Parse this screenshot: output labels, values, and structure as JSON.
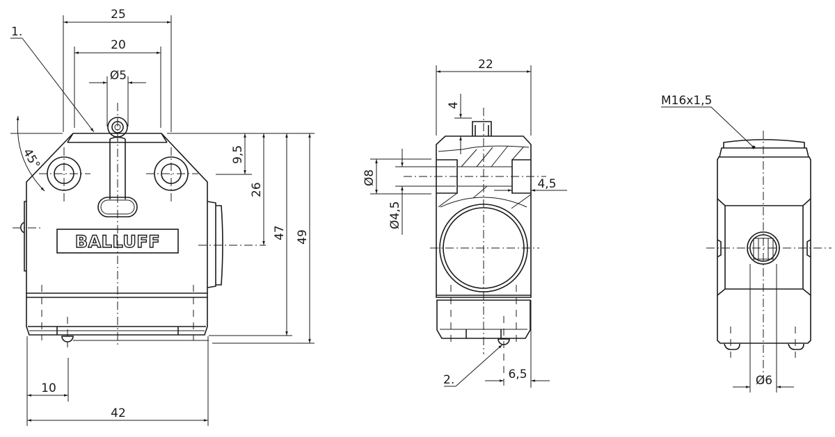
{
  "drawing": {
    "type": "technical-dimension-drawing",
    "brand_label": "BALLUFF",
    "line_color": "#1a1a1a",
    "background": "#ffffff"
  },
  "views": {
    "front": {
      "dimensions": {
        "width_top_outer": "25",
        "width_top_inner": "20",
        "roller_diameter": "Ø5",
        "angle": "45°",
        "height_9_5": "9,5",
        "height_26": "26",
        "height_47": "47",
        "height_49": "49",
        "offset_10": "10",
        "width_42": "42"
      },
      "callout": "1."
    },
    "side": {
      "dimensions": {
        "width_22": "22",
        "plunger_4": "4",
        "bore_diameter_8": "Ø8",
        "bore_diameter_4_5": "Ø4,5",
        "counterbore_4_5": "4,5",
        "offset_6_5": "6,5"
      },
      "callout": "2."
    },
    "rear": {
      "thread_label": "M16x1,5",
      "pin_diameter": "Ø6"
    }
  }
}
